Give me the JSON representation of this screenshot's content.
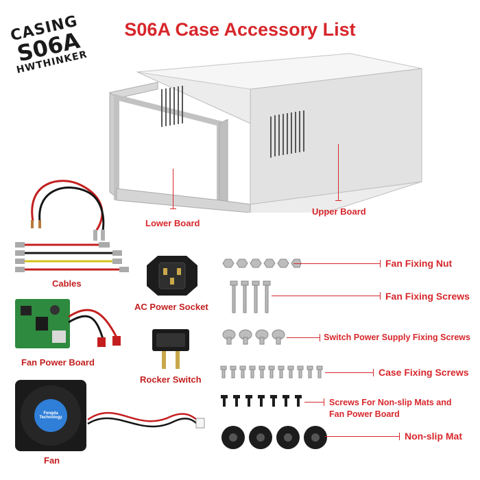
{
  "title": "S06A Case Accessory List",
  "stamp": {
    "line1": "CASING",
    "line2": "S06A",
    "line3": "HWTHINKER"
  },
  "case_labels": {
    "lower": "Lower Board",
    "upper": "Upper Board"
  },
  "left_items": {
    "cables": "Cables",
    "ac_socket": "AC Power Socket",
    "fan_power_board": "Fan Power Board",
    "rocker_switch": "Rocker Switch",
    "fan": "Fan",
    "fan_sticker": "Fengda Technology"
  },
  "right_items": [
    {
      "label": "Fan Fixing Nut"
    },
    {
      "label": "Fan Fixing Screws"
    },
    {
      "label": "Switch Power Supply Fixing Screws"
    },
    {
      "label": "Case Fixing Screws"
    },
    {
      "label": "Screws For Non-slip Mats and",
      "label2": "Fan Power Board"
    },
    {
      "label": "Non-slip Mat"
    }
  ],
  "colors": {
    "accent": "#d7262b",
    "case": "#e6e6e6",
    "dark": "#1c1c1c"
  }
}
